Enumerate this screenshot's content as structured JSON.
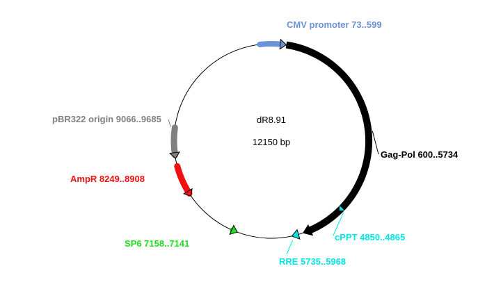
{
  "plasmid": {
    "name": "dR8.91",
    "size_label": "12150 bp",
    "length_bp": 12150
  },
  "features": [
    {
      "id": "cmv-promoter",
      "label": "CMV promoter 73..599",
      "start": 73,
      "end": 599,
      "color": "#6a93d6",
      "strand": 1
    },
    {
      "id": "gag-pol",
      "label": "Gag-Pol 600..5734",
      "start": 600,
      "end": 5734,
      "color": "#000000",
      "strand": 1
    },
    {
      "id": "cppt",
      "label": "cPPT 4850..4865",
      "start": 4850,
      "end": 4865,
      "color": "#00e5e5",
      "strand": 1
    },
    {
      "id": "rre",
      "label": "RRE 5735..5968",
      "start": 5735,
      "end": 5968,
      "color": "#00e5e5",
      "strand": 1
    },
    {
      "id": "sp6",
      "label": "SP6 7158..7141",
      "start": 7141,
      "end": 7158,
      "color": "#22dd22",
      "strand": -1
    },
    {
      "id": "ampr",
      "label": "AmpR 8249..8908",
      "start": 8249,
      "end": 8908,
      "color": "#ee1111",
      "strand": -1
    },
    {
      "id": "pbr322-origin",
      "label": "pBR322 origin 9066..9685",
      "start": 9066,
      "end": 9685,
      "color": "#808080",
      "strand": -1
    }
  ]
}
